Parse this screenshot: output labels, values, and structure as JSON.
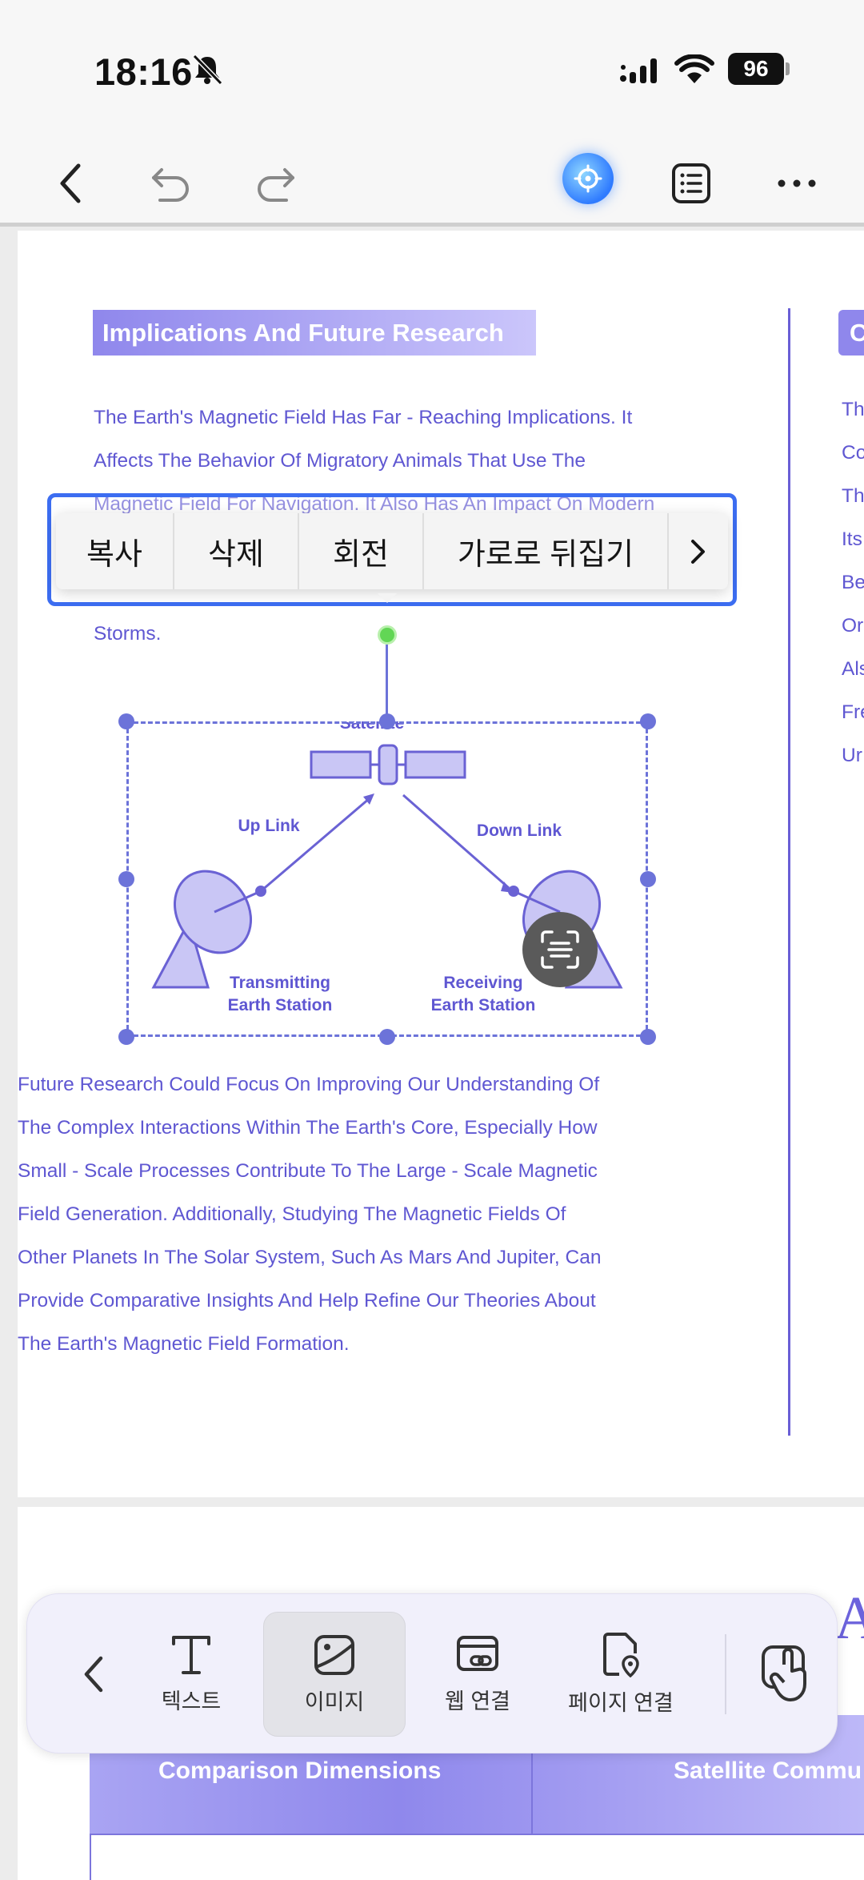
{
  "status_bar": {
    "time": "18:16",
    "battery": "96"
  },
  "document": {
    "section_title": "Implications And Future Research",
    "right_title_partial": "C",
    "para1_lines": [
      "The Earth's Magnetic Field Has Far - Reaching Implications. It",
      "Affects The Behavior Of Migratory Animals That Use The",
      "Magnetic Field For Navigation. It Also Has An Impact On Modern",
      "Storms."
    ],
    "para2_lines": [
      "Future Research Could Focus On Improving Our Understanding Of",
      "The Complex Interactions Within The Earth's Core, Especially How",
      "Small - Scale Processes Contribute To The Large - Scale Magnetic",
      "Field Generation. Additionally, Studying The Magnetic Fields Of",
      "Other Planets In The Solar System, Such As Mars And Jupiter, Can",
      "Provide Comparative Insights And Help Refine Our Theories About",
      "The Earth's Magnetic Field Formation."
    ],
    "right_column_fragments": [
      "Th",
      "Co",
      "Th",
      "Its",
      "Be",
      "Or",
      "Als",
      "Fre",
      "Ur"
    ],
    "diagram": {
      "satellite_label": "Satellite",
      "uplink_label": "Up Link",
      "downlink_label": "Down Link",
      "transmit_label_1": "Transmitting",
      "transmit_label_2": "Earth Station",
      "receive_label_1": "Receiving",
      "receive_label_2": "Earth Station"
    },
    "table": {
      "col1_header": "Comparison Dimensions",
      "col2_header": "Satellite Commu"
    },
    "big_letter_partial": "A"
  },
  "context_menu": {
    "items": [
      "복사",
      "삭제",
      "회전",
      "가로로 뒤집기"
    ]
  },
  "bottom_toolbar": {
    "items": [
      {
        "label": "텍스트"
      },
      {
        "label": "이미지"
      },
      {
        "label": "웹 연결"
      },
      {
        "label": "페이지 연결"
      }
    ]
  }
}
